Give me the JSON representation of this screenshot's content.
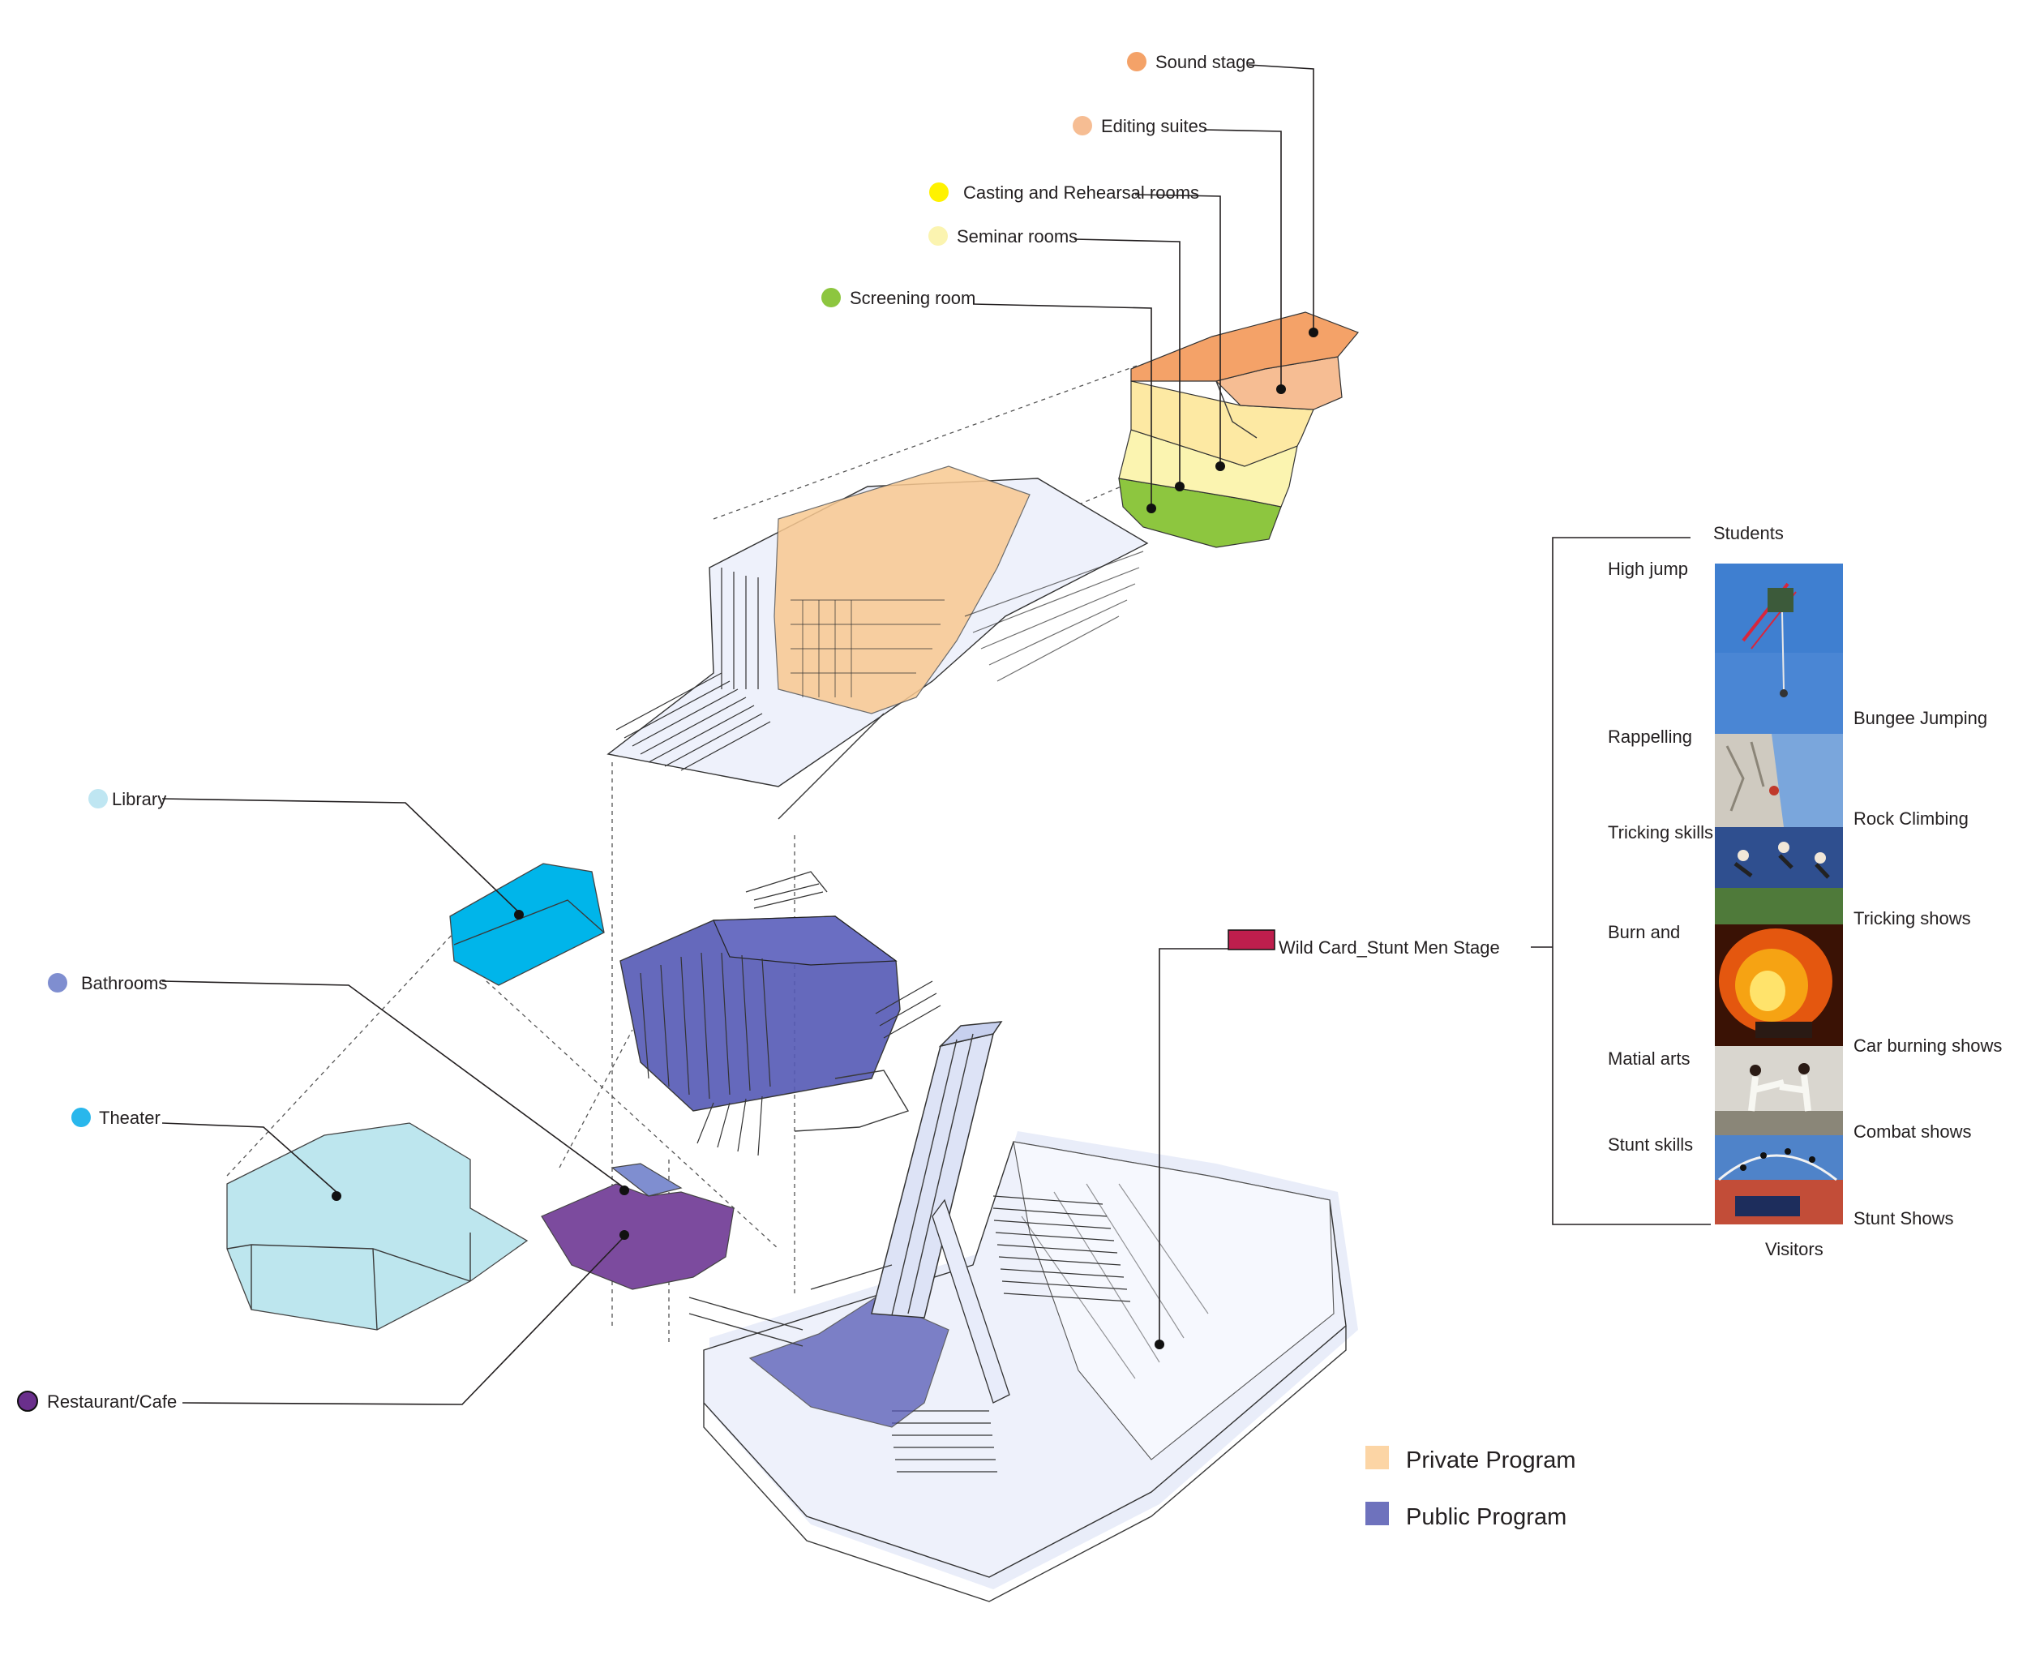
{
  "program_labels": {
    "sound_stage": "Sound stage",
    "editing_suites": "Editing suites",
    "casting_rehearsal": "Casting and Rehearsal rooms",
    "seminar_rooms": "Seminar rooms",
    "screening_room": "Screening room",
    "library": "Library",
    "bathrooms": "Bathrooms",
    "theater": "Theater",
    "restaurant_cafe": "Restaurant/Cafe",
    "wild_card": "Wild Card_Stunt Men Stage"
  },
  "program_colors": {
    "sound_stage": "#f4a268",
    "editing_suites": "#f6bd93",
    "casting_rehearsal": "#fff200",
    "seminar_rooms": "#fbf4b0",
    "screening_room": "#8dc63f",
    "library": "#bfe6f2",
    "bathrooms": "#7f8ed0",
    "theater": "#29b7ec",
    "restaurant_cafe": "#6a2f8c",
    "wild_card": "#be1e4d"
  },
  "activities": {
    "students_heading": "Students",
    "visitors_heading": "Visitors",
    "student_items": [
      "High jump",
      "Rappelling",
      "Tricking skills",
      "Burn and",
      "Matial arts",
      "Stunt skills"
    ],
    "visitor_items": [
      "Bungee Jumping",
      "Rock Climbing",
      "Tricking shows",
      "Car burning shows",
      "Combat shows",
      "Stunt Shows"
    ]
  },
  "legend": {
    "items": [
      {
        "label": "Private Program",
        "color": "#fcd5a5"
      },
      {
        "label": "Public Program",
        "color": "#6e72bd"
      }
    ]
  },
  "colors": {
    "line": "#231f20",
    "glass": "#eef1fb",
    "private_volume": "#f9c991",
    "public_volume": "#5559b5",
    "theater_volume": "#bde6ee",
    "library_volume": "#00b5ea",
    "restaurant_volume": "#7c4b9e"
  }
}
